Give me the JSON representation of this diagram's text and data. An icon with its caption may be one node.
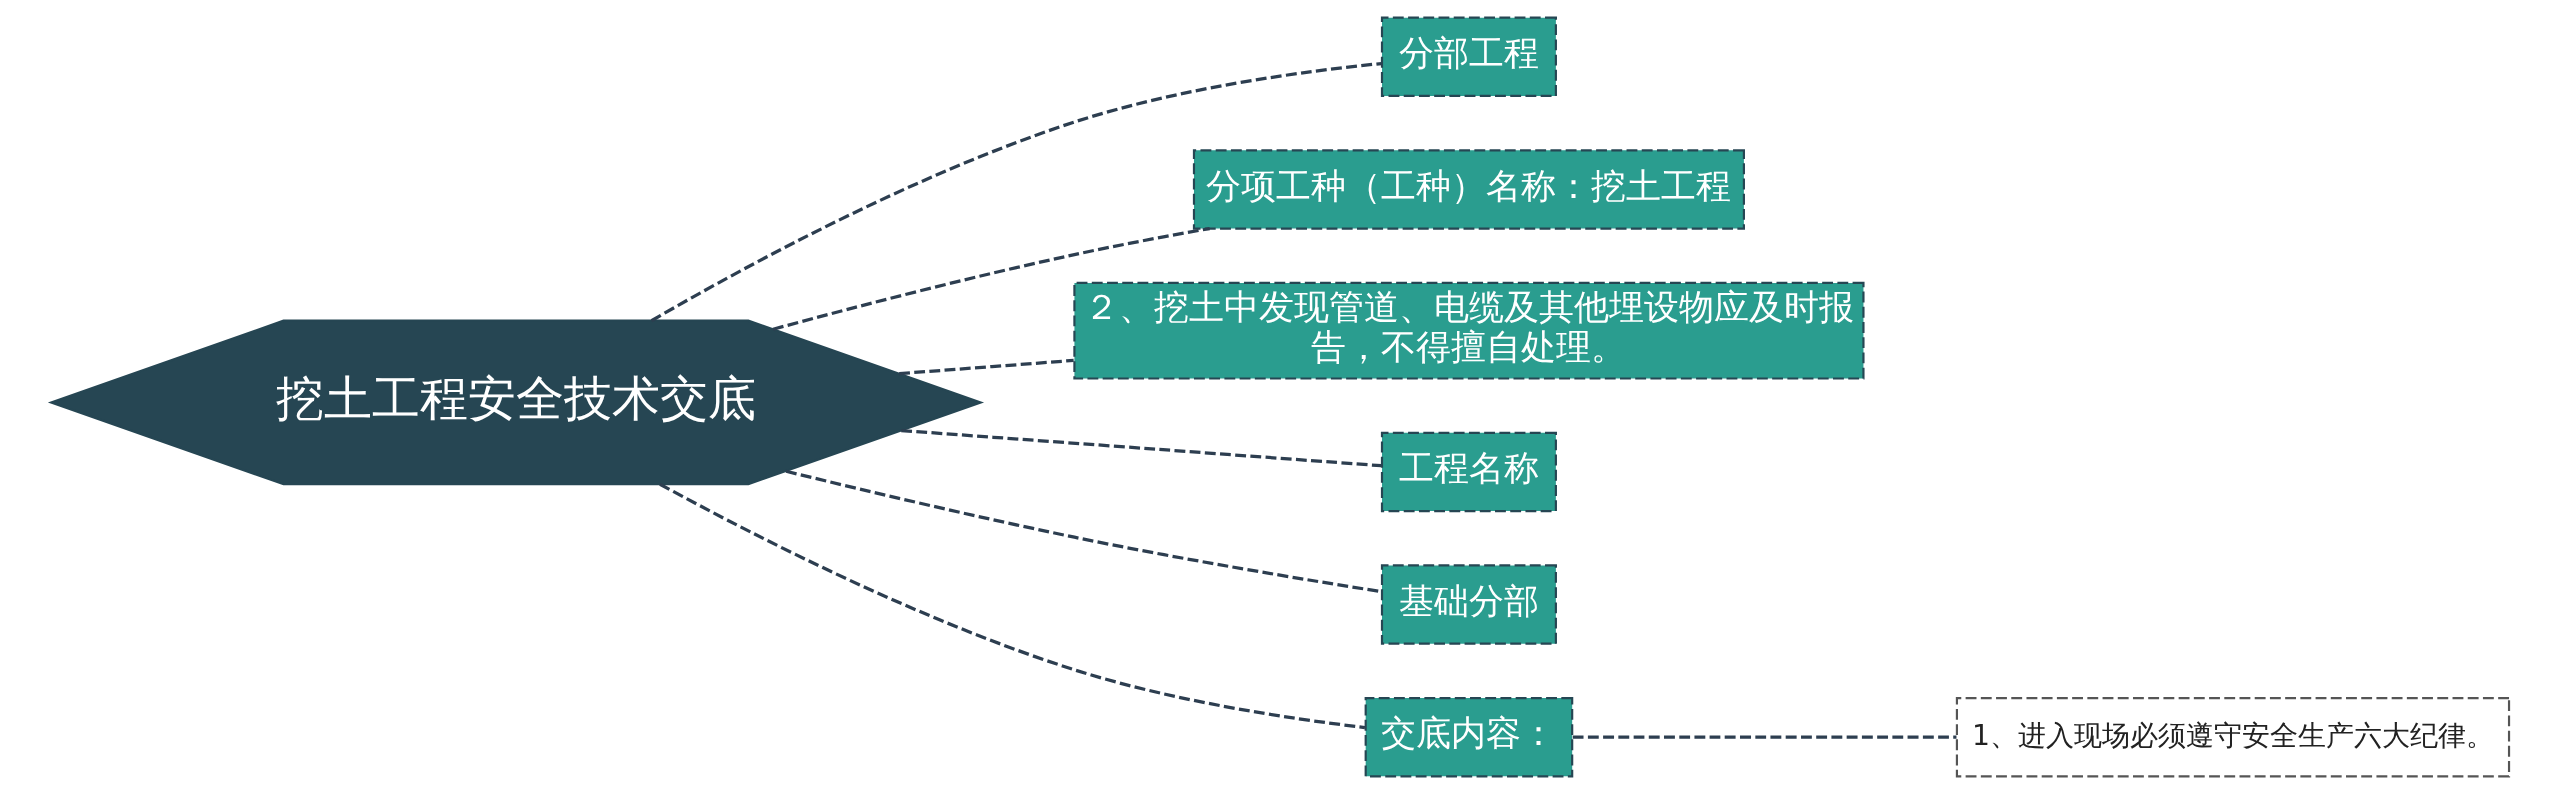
{
  "diagram": {
    "nodes": [
      {
        "text": [
          "挖土工程安全技术交底"
        ]
      },
      {
        "text": [
          "分部工程"
        ]
      },
      {
        "text": [
          "分项工种（工种）名称：挖土工程"
        ]
      },
      {
        "text": [
          "２、挖土中发现管道、电缆及其他埋设物应及时报告，不得擅自处理。"
        ]
      },
      {
        "text": [
          "工程名称"
        ]
      },
      {
        "text": [
          "基础分部"
        ]
      },
      {
        "text": [
          "交底内容："
        ]
      },
      {
        "text": [
          "1、进入现场必须遵守安全生产六大纪律。"
        ]
      }
    ],
    "edges": [
      {
        "from": 0,
        "to": 1,
        "arrow": "none",
        "style": "dashed"
      },
      {
        "from": 0,
        "to": 2,
        "arrow": "none",
        "style": "dashed"
      },
      {
        "from": 0,
        "to": 3,
        "arrow": "none",
        "style": "dashed"
      },
      {
        "from": 0,
        "to": 4,
        "arrow": "none",
        "style": "dashed"
      },
      {
        "from": 0,
        "to": 5,
        "arrow": "none",
        "style": "dashed"
      },
      {
        "from": 0,
        "to": 6,
        "arrow": "none",
        "style": "dashed"
      },
      {
        "from": 6,
        "to": 7,
        "arrow": "none",
        "style": "dashed"
      }
    ]
  }
}
